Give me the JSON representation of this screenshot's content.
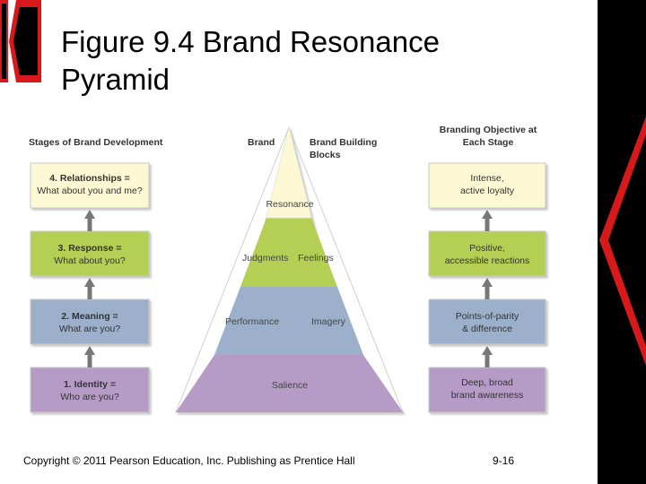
{
  "slide": {
    "title_line1": "Figure 9.4 Brand Resonance",
    "title_line2": "Pyramid",
    "copyright": "Copyright © 2011 Pearson Education, Inc.  Publishing as Prentice Hall",
    "page_number": "9-16"
  },
  "headers": {
    "stages": "Stages of Brand Development",
    "brand": "Brand",
    "blocks_line1": "Brand Building",
    "blocks_line2": "Blocks",
    "objective_line1": "Branding Objective at",
    "objective_line2": "Each Stage"
  },
  "stages": [
    {
      "line1": "4. Relationships =",
      "line2": "What about you and me?",
      "color": "#fdf8d4"
    },
    {
      "line1": "3. Response =",
      "line2": "What about you?",
      "color": "#b5cf55"
    },
    {
      "line1": "2. Meaning =",
      "line2": "What are you?",
      "color": "#9db0cb"
    },
    {
      "line1": "1. Identity =",
      "line2": "Who are you?",
      "color": "#b69bc7"
    }
  ],
  "objectives": [
    {
      "line1": "Intense,",
      "line2": "active loyalty",
      "color": "#fdf8d4"
    },
    {
      "line1": "Positive,",
      "line2": "accessible reactions",
      "color": "#b5cf55"
    },
    {
      "line1": "Points-of-parity",
      "line2": "& difference",
      "color": "#9db0cb"
    },
    {
      "line1": "Deep, broad",
      "line2": "brand awareness",
      "color": "#b69bc7"
    }
  ],
  "pyramid": {
    "resonance": "Resonance",
    "judgments": "Judgments",
    "feelings": "Feelings",
    "performance": "Performance",
    "imagery": "Imagery",
    "salience": "Salience",
    "colors": {
      "top": "#fdf8d4",
      "second": "#b5cf55",
      "third": "#9db0cb",
      "base": "#b69bc7"
    }
  },
  "colors": {
    "accent_red": "#d8191c",
    "arrow_gray": "#777777"
  }
}
